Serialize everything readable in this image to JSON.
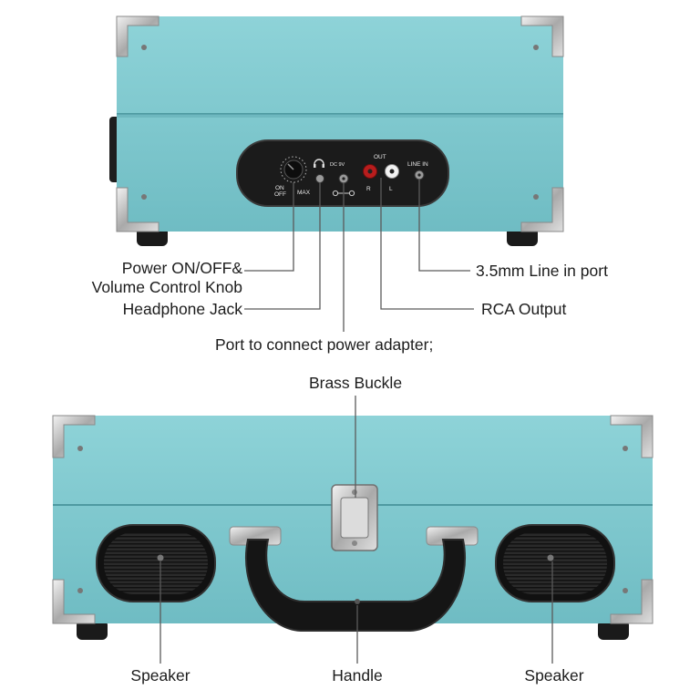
{
  "callouts": {
    "power": {
      "line1": "Power ON/OFF&",
      "line2": "Volume Control Knob"
    },
    "headphone": "Headphone Jack",
    "adapter": "Port to connect power adapter;",
    "line_in_port": "3.5mm Line in port",
    "rca_output": "RCA Output",
    "brass_buckle": "Brass Buckle",
    "speaker_left": "Speaker",
    "handle": "Handle",
    "speaker_right": "Speaker"
  },
  "panel": {
    "on": "ON",
    "off": "OFF",
    "max": "MAX",
    "dc": "DC 9V",
    "out": "OUT",
    "r": "R",
    "l": "L",
    "line_in": "LINE IN"
  },
  "colors": {
    "case": "#7ec9cf",
    "case_dark": "#5fb0b7",
    "panel": "#1b1b1b",
    "chrome": "#c8c8c8",
    "leader": "#555555"
  }
}
